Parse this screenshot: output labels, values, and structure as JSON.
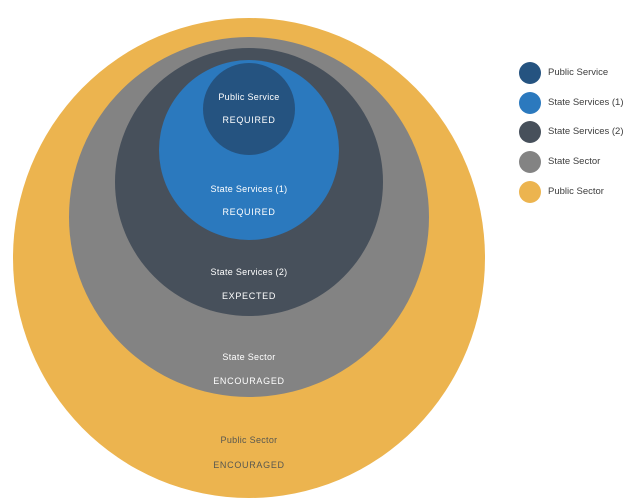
{
  "diagram": {
    "type": "onion",
    "rings": [
      {
        "label": "Public Sector",
        "status": "ENCOURAGED",
        "color": "#ECB44F",
        "text_color": "#575750"
      },
      {
        "label": "State Sector",
        "status": "ENCOURAGED",
        "color": "#838383",
        "text_color": "#FFFFFF"
      },
      {
        "label": "State Services (2)",
        "status": "EXPECTED",
        "color": "#47505B",
        "text_color": "#FFFFFF"
      },
      {
        "label": "State Services (1)",
        "status": "REQUIRED",
        "color": "#2B79BE",
        "text_color": "#FFFFFF"
      },
      {
        "label": "Public Service",
        "status": "REQUIRED",
        "color": "#255380",
        "text_color": "#FFFFFF"
      }
    ]
  },
  "legend": {
    "text_color": "#3D3D3D",
    "items": [
      {
        "label": "Public Service",
        "color": "#255380"
      },
      {
        "label": "State Services (1)",
        "color": "#2B79BE"
      },
      {
        "label": "State Services (2)",
        "color": "#47505B"
      },
      {
        "label": "State Sector",
        "color": "#838383"
      },
      {
        "label": "Public Sector",
        "color": "#ECB44F"
      }
    ]
  }
}
